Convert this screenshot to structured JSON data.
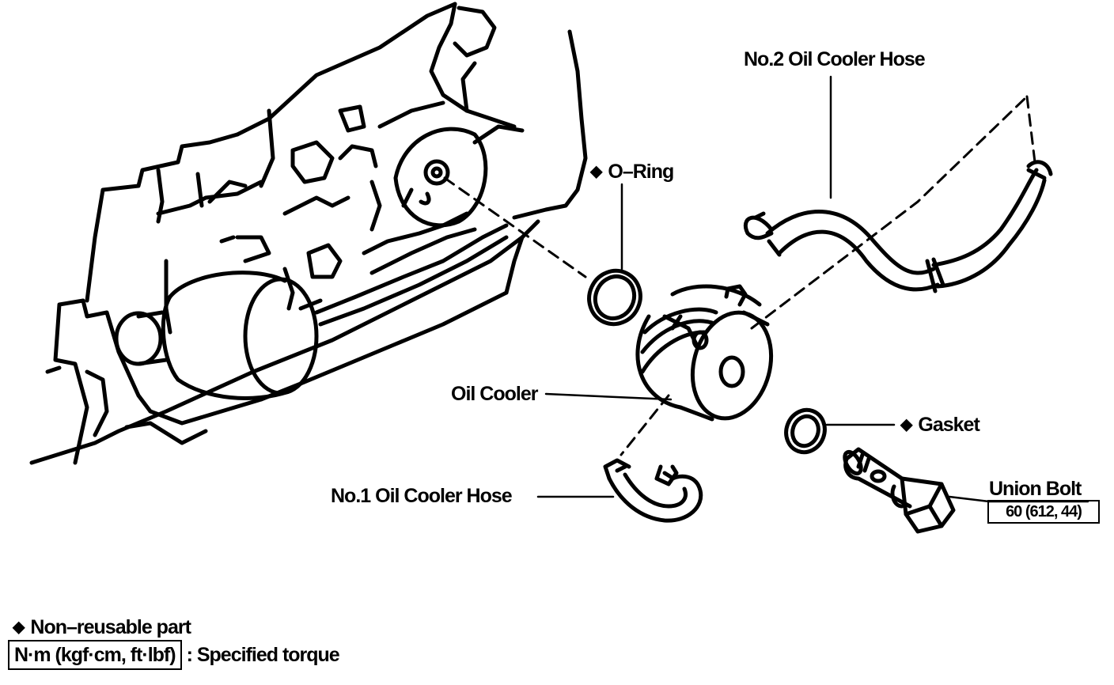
{
  "labels": {
    "no2_hose": "No.2 Oil Cooler Hose",
    "o_ring": "O–Ring",
    "oil_cooler": "Oil Cooler",
    "gasket": "Gasket",
    "no1_hose": "No.1 Oil Cooler Hose",
    "union_bolt": "Union Bolt",
    "union_bolt_torque": "60 (612, 44)"
  },
  "legend": {
    "non_reusable": "Non–reusable part",
    "torque_units": "N·m (kgf·cm, ft·lbf)",
    "torque_desc": ": Specified torque"
  },
  "symbols": {
    "non_reusable_mark": "◆"
  },
  "colors": {
    "ink": "#000000",
    "paper": "#ffffff"
  }
}
